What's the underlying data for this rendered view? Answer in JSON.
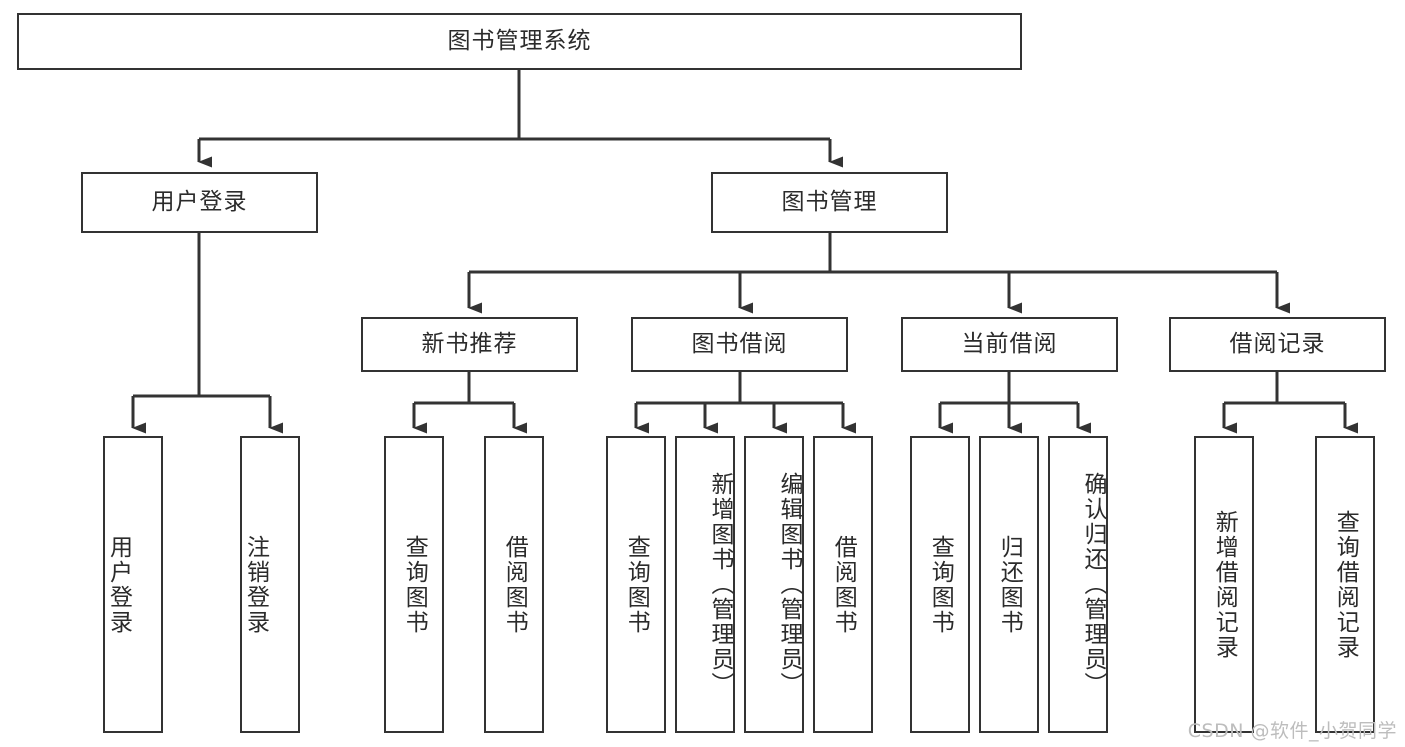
{
  "diagram": {
    "title": "图书管理系统",
    "type": "tree",
    "watermark": "CSDN @软件_小贺同学",
    "line_color": "#333333",
    "box_fill": "#ffffff",
    "text_color": "#2b2b2b",
    "levels": [
      {
        "level": 1,
        "nodes": [
          {
            "id": "root",
            "label": "图书管理系统"
          }
        ]
      },
      {
        "level": 2,
        "nodes": [
          {
            "id": "login",
            "label": "用户登录",
            "parent": "root"
          },
          {
            "id": "bookmgmt",
            "label": "图书管理",
            "parent": "root"
          }
        ]
      },
      {
        "level": 3,
        "nodes": [
          {
            "id": "newbook",
            "label": "新书推荐",
            "parent": "bookmgmt"
          },
          {
            "id": "borrow",
            "label": "图书借阅",
            "parent": "bookmgmt"
          },
          {
            "id": "current",
            "label": "当前借阅",
            "parent": "bookmgmt"
          },
          {
            "id": "records",
            "label": "借阅记录",
            "parent": "bookmgmt"
          }
        ]
      },
      {
        "level": 4,
        "nodes": [
          {
            "id": "leaf1",
            "label": "用户登录",
            "parent": "login"
          },
          {
            "id": "leaf2",
            "label": "注销登录",
            "parent": "login"
          },
          {
            "id": "leaf3",
            "label": "查询图书",
            "parent": "newbook"
          },
          {
            "id": "leaf4",
            "label": "借阅图书",
            "parent": "newbook"
          },
          {
            "id": "leaf5",
            "label": "查询图书",
            "parent": "borrow"
          },
          {
            "id": "leaf6",
            "label": "新增图书（管理员）",
            "parent": "borrow"
          },
          {
            "id": "leaf7",
            "label": "编辑图书（管理员）",
            "parent": "borrow"
          },
          {
            "id": "leaf8",
            "label": "借阅图书",
            "parent": "borrow"
          },
          {
            "id": "leaf9",
            "label": "查询图书",
            "parent": "current"
          },
          {
            "id": "leaf10",
            "label": "归还图书",
            "parent": "current"
          },
          {
            "id": "leaf11",
            "label": "确认归还（管理员）",
            "parent": "current"
          },
          {
            "id": "leaf12",
            "label": "新增借阅记录",
            "parent": "records"
          },
          {
            "id": "leaf13",
            "label": "查询借阅记录",
            "parent": "records"
          }
        ]
      }
    ]
  }
}
